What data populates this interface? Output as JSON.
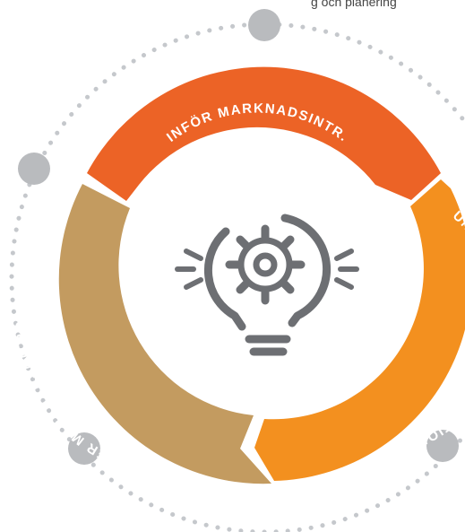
{
  "header": {
    "snippet": "g och planering"
  },
  "segments": [
    {
      "label": "INFÖR MARKNADSINTR.",
      "color": "#ec6326"
    },
    {
      "label": "UNDER MARKNADSINTRODUKTION",
      "color": "#f3901f"
    },
    {
      "label": "EFTER MARKNADSINTRODUKTION",
      "color": "#c39b60"
    }
  ],
  "colors": {
    "dots": "#c5c8cc",
    "nodes": "#b9bbbe",
    "icon": "#6d6f73"
  },
  "center_icon": "lightbulb-gear-icon"
}
